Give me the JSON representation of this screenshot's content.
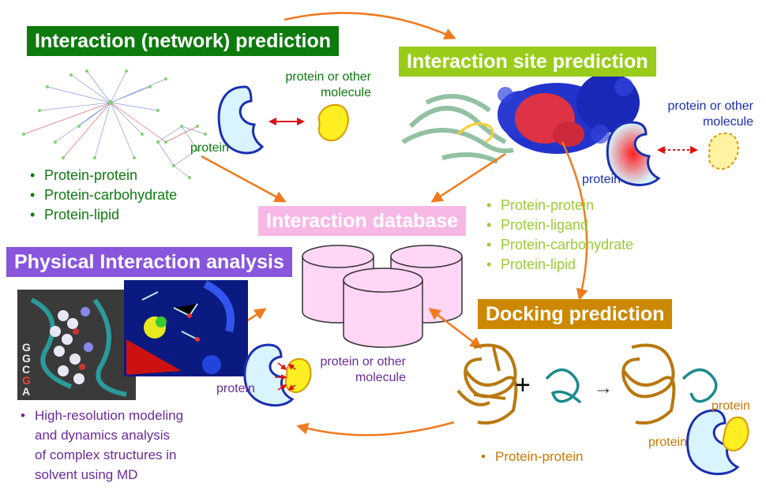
{
  "titles": {
    "network": "Interaction (network) prediction",
    "site": "Interaction site prediction",
    "database": "Interaction database",
    "physical": "Physical Interaction analysis",
    "docking": "Docking prediction"
  },
  "colors": {
    "network_bg": "#0d7a0d",
    "site_bg": "#99cc1a",
    "database_bg": "#f7b8e6",
    "physical_bg": "#8855dd",
    "docking_bg": "#cc8800",
    "arrow": "#f07a1f"
  },
  "labels": {
    "protein_or_other_molecule_1": [
      "protein or other",
      "molecule"
    ],
    "protein_1": "protein",
    "protein_or_other_molecule_2": [
      "protein or other",
      "molecule"
    ],
    "protein_2": "protein",
    "protein_or_other_molecule_3": [
      "protein or other",
      "molecule"
    ],
    "protein_3": "protein",
    "docking_protein_a": "protein",
    "docking_protein_b": "protein",
    "plus": "+",
    "arrow_right": "→",
    "dna_letters": [
      "G",
      "G",
      "C",
      "G",
      "A"
    ]
  },
  "network_list": [
    "Protein-protein",
    "Protein-carbohydrate",
    "Protein-lipid"
  ],
  "site_list": [
    "Protein-protein",
    "Protein-ligand",
    "Protein-carbohydrate",
    "Protein-lipid"
  ],
  "physical_list": [
    "High-resolution  modeling",
    "and dynamics analysis",
    "of complex structures in",
    "solvent using MD"
  ],
  "docking_list": [
    "Protein-protein"
  ]
}
